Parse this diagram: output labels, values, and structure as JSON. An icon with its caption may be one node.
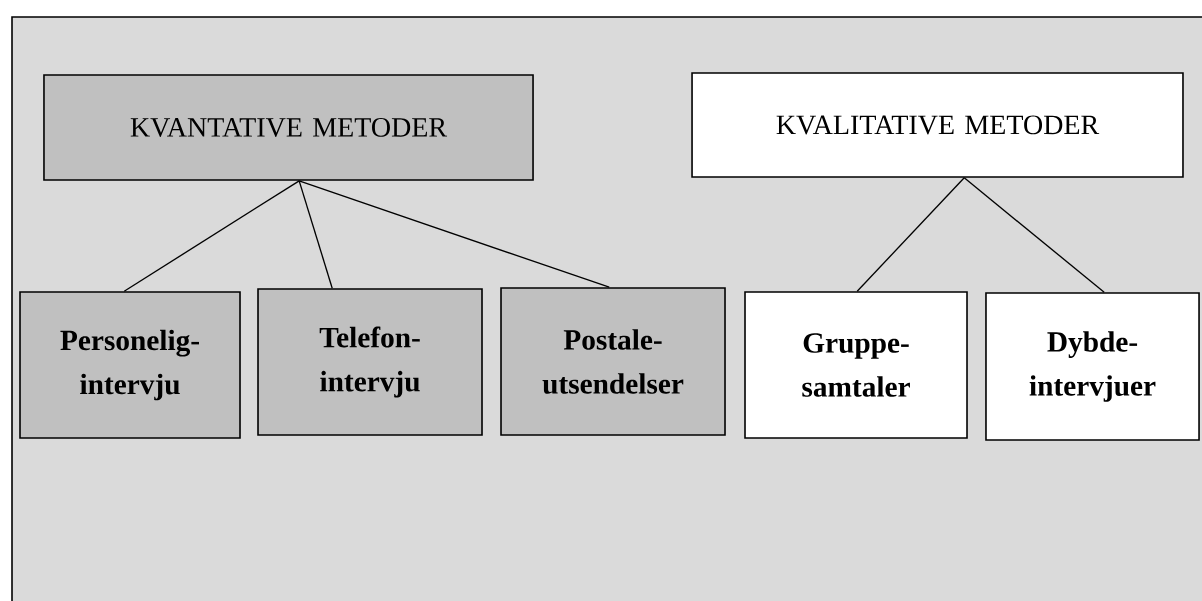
{
  "diagram": {
    "nodes": [
      {
        "text": [
          "KVANTATIVE METODER"
        ]
      },
      {
        "text": [
          "KVALITATIVE METODER"
        ]
      },
      {
        "text": [
          "Personelig- intervju"
        ]
      },
      {
        "text": [
          "Telefon- intervju"
        ]
      },
      {
        "text": [
          "Postale- utsendelser"
        ]
      },
      {
        "text": [
          "Gruppe- samtaler"
        ]
      },
      {
        "text": [
          "Dybde- intervjuer"
        ]
      }
    ],
    "edges": [
      {
        "from": 0,
        "to": 2,
        "arrow": "none"
      },
      {
        "from": 0,
        "to": 3,
        "arrow": "none"
      },
      {
        "from": 0,
        "to": 4,
        "arrow": "none"
      },
      {
        "from": 1,
        "to": 5,
        "arrow": "none"
      },
      {
        "from": 1,
        "to": 6,
        "arrow": "none"
      }
    ]
  }
}
